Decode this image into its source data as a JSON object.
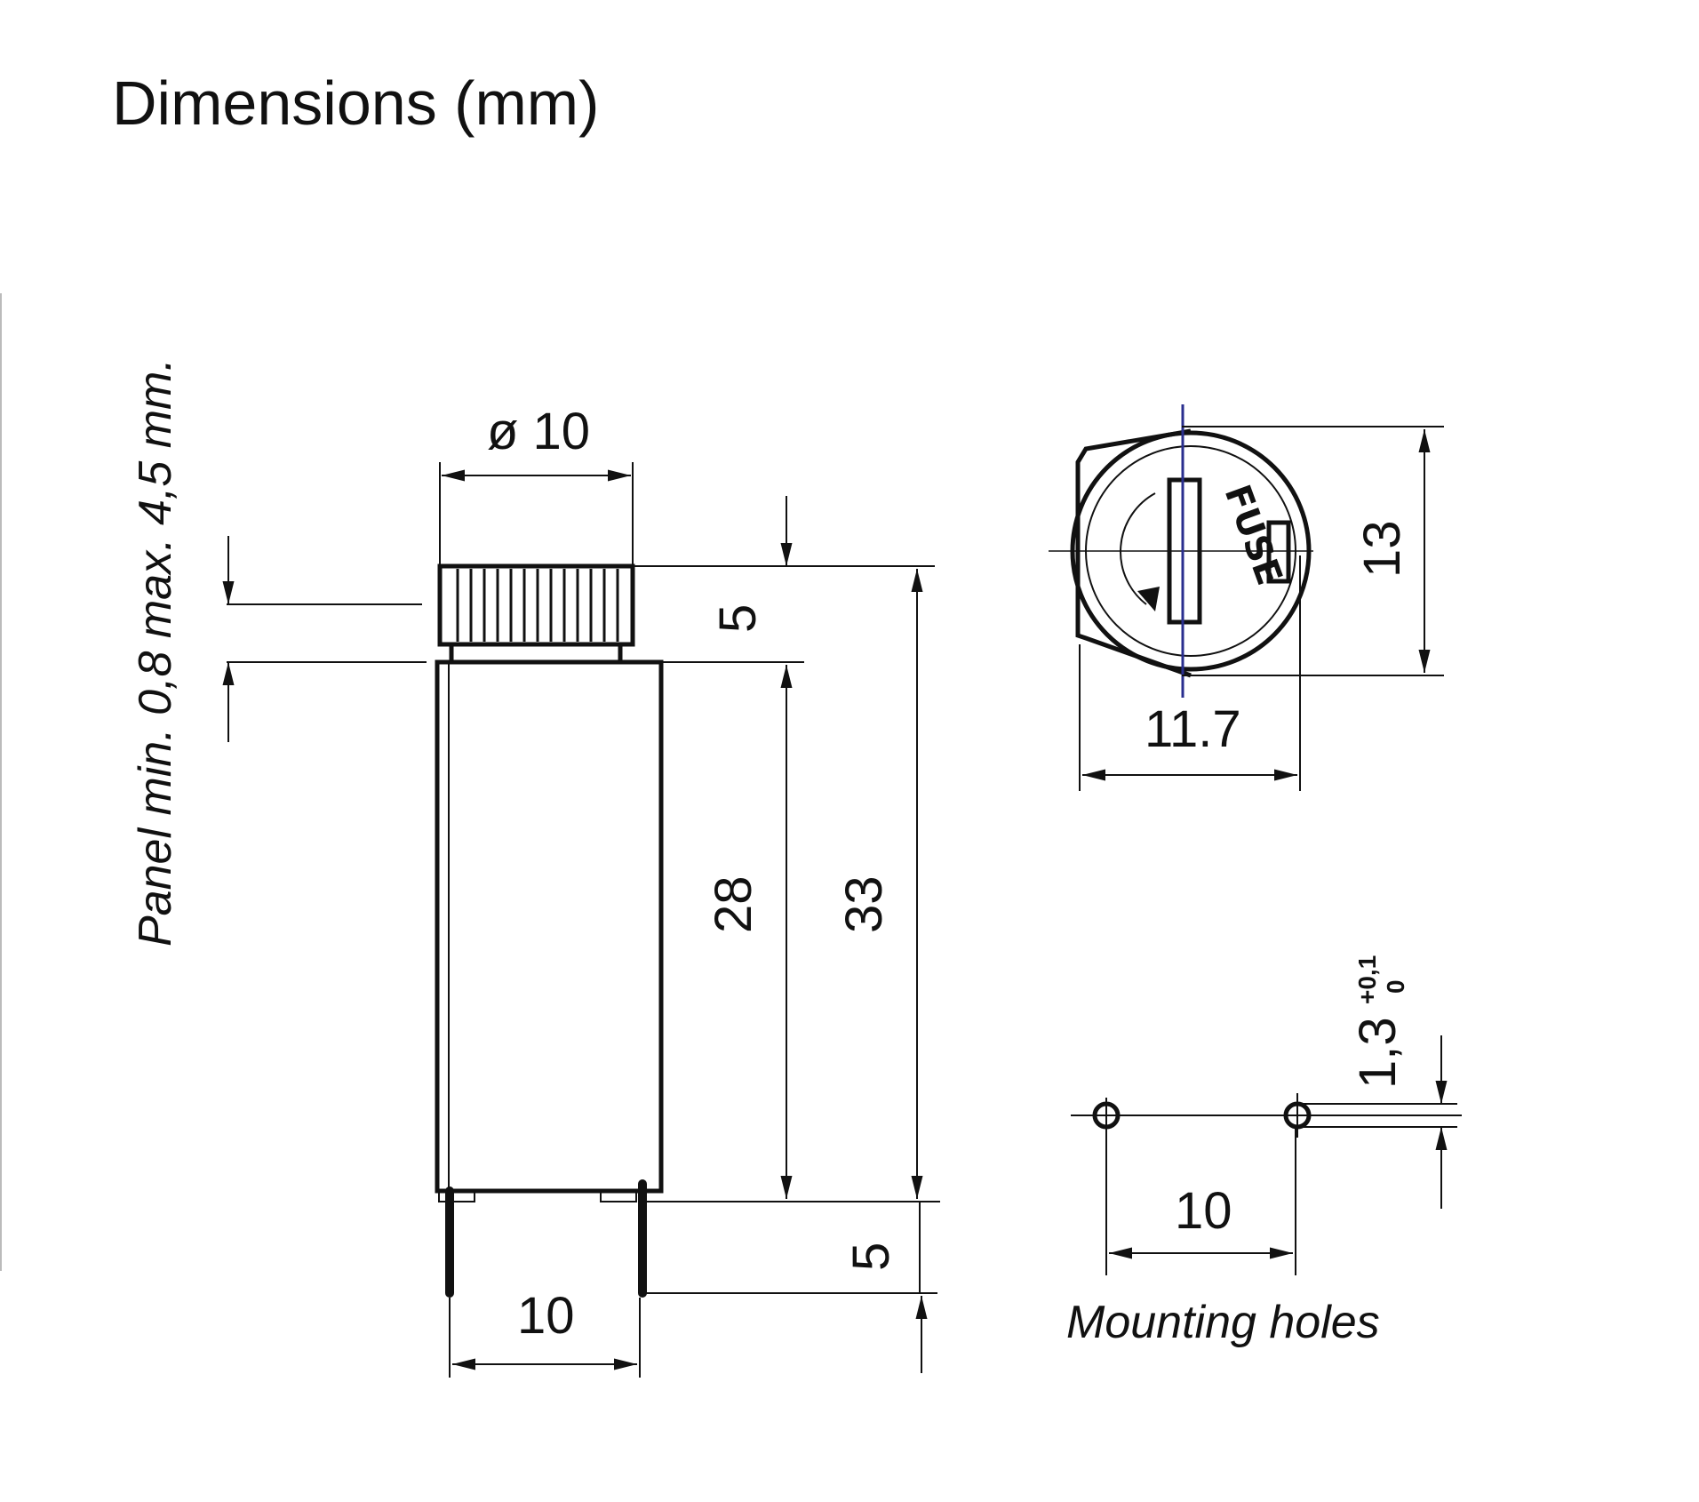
{
  "title": "Dimensions  (mm)",
  "panel_note": "Panel min. 0,8 max. 4,5 mm.",
  "labels": {
    "diameter": "ø 10",
    "cap_height": "5",
    "body_height": "28",
    "total_height": "33",
    "pin_length": "5",
    "pin_spacing": "10",
    "front_width": "11.7",
    "front_height": "13",
    "fuse_text": "FUSE",
    "hole_diameter": "1,3",
    "hole_tol_upper": "+0,1",
    "hole_tol_lower": "0",
    "hole_spacing": "10",
    "mounting_caption": "Mounting holes"
  },
  "colors": {
    "line": "#111111",
    "centerline": "#2a2f8f"
  }
}
